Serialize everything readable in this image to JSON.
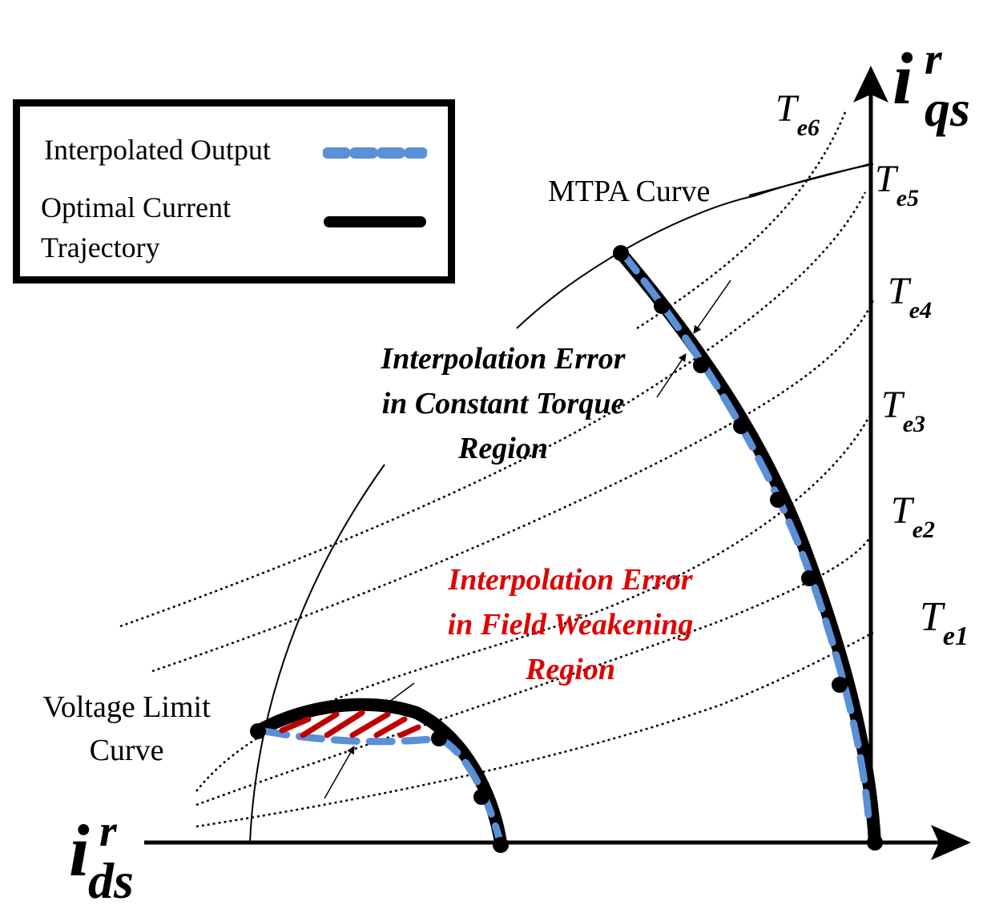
{
  "axes": {
    "q_axis": {
      "main": "i",
      "sup": "r",
      "sub": "qs"
    },
    "d_axis": {
      "main": "i",
      "sup": "r",
      "sub": "ds"
    }
  },
  "legend": {
    "items": [
      {
        "label": "Interpolated Output",
        "style": "dashed",
        "color": "#5b8fd6"
      },
      {
        "label_lines": [
          "Optimal Current",
          "Trajectory"
        ],
        "style": "solid",
        "color": "#000000"
      }
    ]
  },
  "torque_labels": [
    {
      "main": "T",
      "sub": "e6"
    },
    {
      "main": "T",
      "sub": "e5"
    },
    {
      "main": "T",
      "sub": "e4"
    },
    {
      "main": "T",
      "sub": "e3"
    },
    {
      "main": "T",
      "sub": "e2"
    },
    {
      "main": "T",
      "sub": "e1"
    }
  ],
  "annotations": {
    "mtpa": "MTPA Curve",
    "voltage_limit": [
      "Voltage Limit",
      "Curve"
    ],
    "constant_torque": [
      "Interpolation Error",
      "in Constant Torque",
      "Region"
    ],
    "field_weakening": [
      "Interpolation Error",
      "in Field Weakening",
      "Region"
    ]
  },
  "colors": {
    "trajectory": "#000000",
    "interpolated": "#5b8fd6",
    "error_hatch": "#c00000",
    "field_weakening_text": "#e00000"
  }
}
